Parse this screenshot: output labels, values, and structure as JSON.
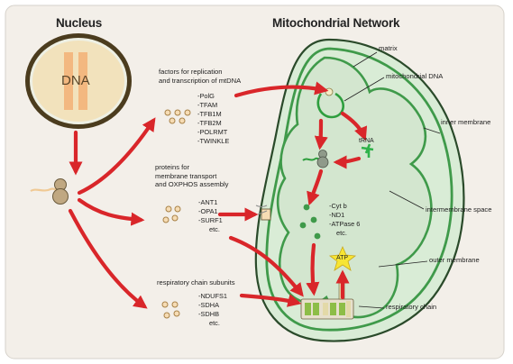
{
  "titles": {
    "nucleus": "Nucleus",
    "mito": "Mitochondrial Network"
  },
  "nucleus_label": "DNA",
  "groups": {
    "replication": {
      "heading": [
        "factors for replication",
        "and transcription of mtDNA"
      ],
      "items": [
        "-PolG",
        "-TFAM",
        "-TFB1M",
        "-TFB2M",
        "-POLRMT",
        "-TWINKLE"
      ]
    },
    "transport": {
      "heading": [
        "proteins for",
        "membrane transport",
        "and OXPHOS assembly"
      ],
      "items": [
        "-ANT1",
        "-OPA1",
        "-SURF1",
        "etc."
      ]
    },
    "subunits": {
      "heading": [
        "respiratory chain subunits"
      ],
      "items": [
        "-NDUFS1",
        "-SDHA",
        "-SDHB",
        "etc."
      ]
    }
  },
  "mito_products": [
    "-Cyt b",
    "-ND1",
    "-ATPase 6",
    "etc."
  ],
  "trna": "tRNA",
  "atp": "ATP",
  "callouts": {
    "matrix": "matrix",
    "mtdna": "mitochondrial DNA",
    "inner": "inner membrane",
    "intermembrane": "intermembrane space",
    "outer": "outer membrane",
    "chain": "respiratory chain"
  },
  "colors": {
    "arrow": "#d9262a",
    "mito_fill": "#d9ecd6",
    "membrane_green": "#3f9a4a",
    "nucleus_fill": "#f2e2bc",
    "dna_bar": "#f3b880",
    "frame_bg": "#f3efe9",
    "dot_fill": "#f6dcb4",
    "dot_stroke": "#a88147",
    "atp_star": "#f7e534"
  }
}
